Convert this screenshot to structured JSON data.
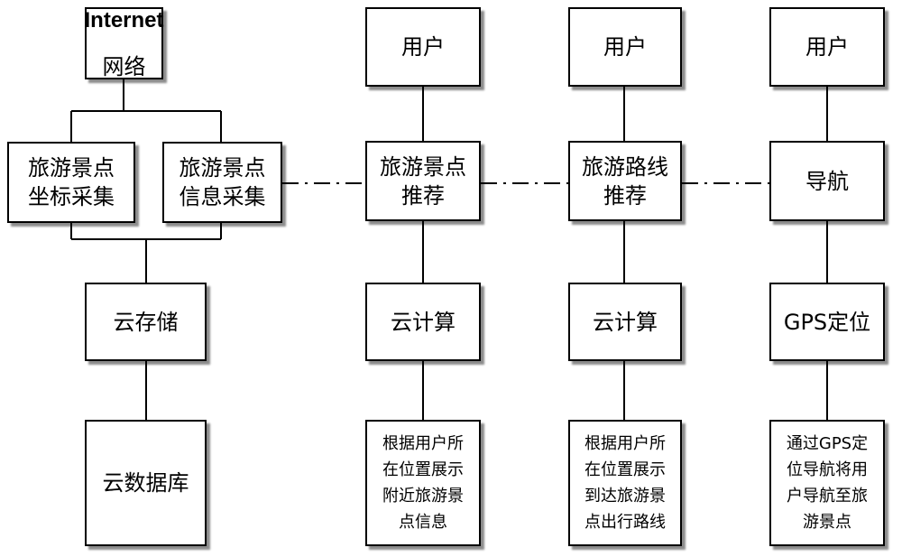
{
  "diagram": {
    "collect": {
      "network": {
        "latin": "Internet",
        "cjk": "网络"
      },
      "coord_collection": "旅游景点\n坐标采集",
      "info_collection": "旅游景点\n信息采集",
      "cloud_storage": "云存储",
      "cloud_database": "云数据库"
    },
    "recommend_spots": {
      "user": "用户",
      "function": "旅游景点\n推荐",
      "cloud": "云计算",
      "desc": "根据用户所\n在位置展示\n附近旅游景\n点信息"
    },
    "recommend_route": {
      "user": "用户",
      "function": "旅游路线\n推荐",
      "cloud": "云计算",
      "desc": "根据用户所\n在位置展示\n到达旅游景\n点出行路线"
    },
    "navigation": {
      "user": "用户",
      "function": "导航",
      "gps": "GPS定位",
      "desc": "通过GPS定\n位导航将用\n户导航至旅\n游景点"
    }
  }
}
